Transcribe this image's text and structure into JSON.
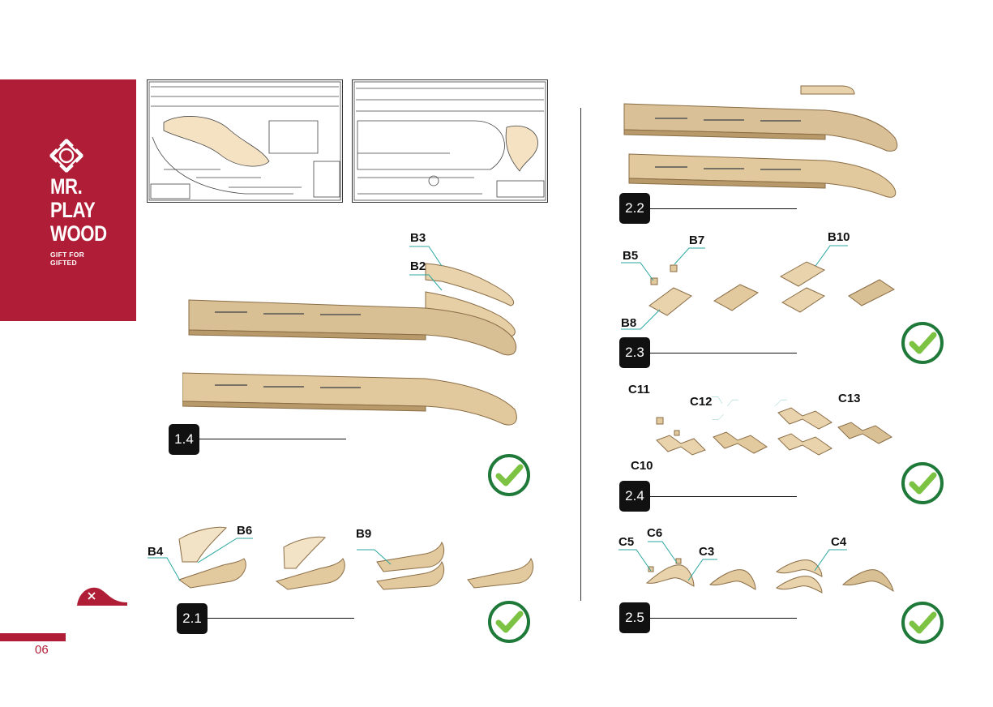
{
  "brand": {
    "name_line1": "MR.",
    "name_line2": "PLAY",
    "name_line3": "WOOD",
    "tagline_line1": "GIFT FOR",
    "tagline_line2": "GIFTED",
    "color": "#b01d36"
  },
  "page": {
    "number": "06"
  },
  "steps": {
    "s14": {
      "label": "1.4",
      "parts": [
        "B3",
        "B2"
      ]
    },
    "s21": {
      "label": "2.1",
      "parts": [
        "B4",
        "B6",
        "B9"
      ]
    },
    "s22": {
      "label": "2.2"
    },
    "s23": {
      "label": "2.3",
      "parts": [
        "B5",
        "B7",
        "B10",
        "B8"
      ]
    },
    "s24": {
      "label": "2.4",
      "parts": [
        "C11",
        "C12",
        "C13",
        "C10"
      ]
    },
    "s25": {
      "label": "2.5",
      "parts": [
        "C5",
        "C6",
        "C3",
        "C4"
      ]
    }
  },
  "icons": {
    "check": "check-circle-icon",
    "remove": "remove-marker-icon",
    "logo": "brand-logo-icon"
  },
  "colors": {
    "wood": "#e9d3ad",
    "wood_dark": "#a8885a",
    "check_ring": "#1f7a3a",
    "check_mark": "#7cc243"
  }
}
